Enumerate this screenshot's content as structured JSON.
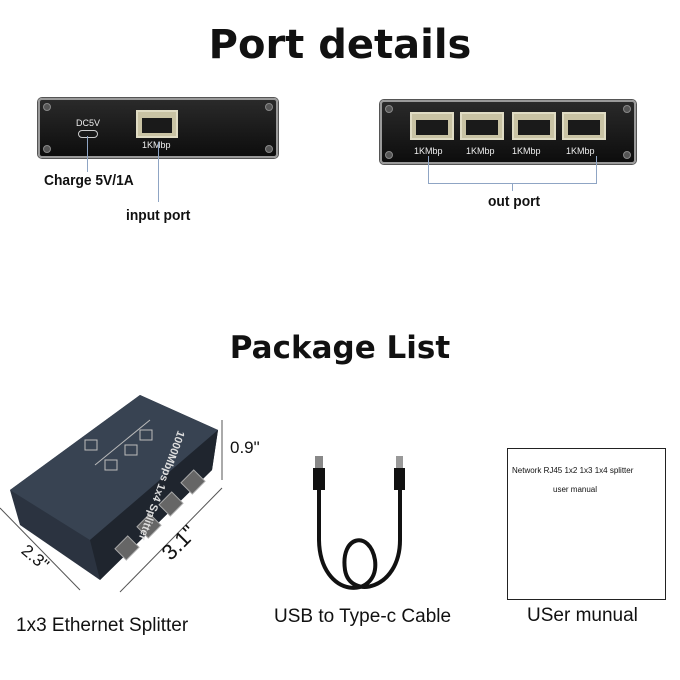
{
  "headings": {
    "port_details": "Port details",
    "package_list": "Package List"
  },
  "input_device": {
    "dc_label": "DC5V",
    "port_label": "1KMbp",
    "charge_label": "Charge 5V/1A",
    "input_label": "input port"
  },
  "output_device": {
    "port_labels": [
      "1KMbp",
      "1KMbp",
      "1KMbp",
      "1KMbp"
    ],
    "out_label": "out port"
  },
  "package": {
    "splitter": {
      "top_text": "1000Mbps 1x4 Splitter",
      "dim_height": "0.9\"",
      "dim_width": "2.3\"",
      "dim_length": "3.1\"",
      "caption": "1x3 Ethernet Splitter"
    },
    "cable": {
      "caption": "USB to Type-c Cable"
    },
    "manual": {
      "line1": "Network RJ45 1x2 1x3 1x4 splitter",
      "line2": "user manual",
      "caption": "USer munual"
    }
  }
}
